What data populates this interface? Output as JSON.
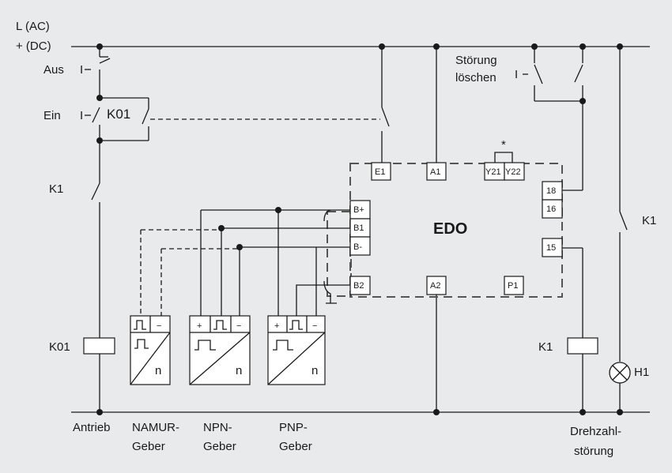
{
  "supply": {
    "line1": "L (AC)",
    "line2": "+ (DC)"
  },
  "switches": {
    "aus": "Aus",
    "ein": "Ein",
    "k01_label": "K01",
    "k1_left": "K1",
    "k1_right": "K1"
  },
  "reset": {
    "line1": "Störung",
    "line2": "löschen"
  },
  "edo": {
    "title": "EDO",
    "star": "*",
    "terminals": {
      "e1": "E1",
      "a1": "A1",
      "y21": "Y21",
      "y22": "Y22",
      "t18": "18",
      "t16": "16",
      "t15": "15",
      "bplus": "B+",
      "b1": "B1",
      "bminus": "B-",
      "b2": "B2",
      "a2": "A2",
      "p1": "P1"
    }
  },
  "coils": {
    "k01": "K01",
    "k1": "K1",
    "h1": "H1"
  },
  "sensors": {
    "plus": "+",
    "minus": "−",
    "n": "n",
    "namur_line1": "NAMUR-",
    "namur_line2": "Geber",
    "npn_line1": "NPN-",
    "npn_line2": "Geber",
    "pnp_line1": "PNP-",
    "pnp_line2": "Geber"
  },
  "bottom": {
    "antrieb": "Antrieb",
    "dz_line1": "Drehzahl-",
    "dz_line2": "störung"
  }
}
